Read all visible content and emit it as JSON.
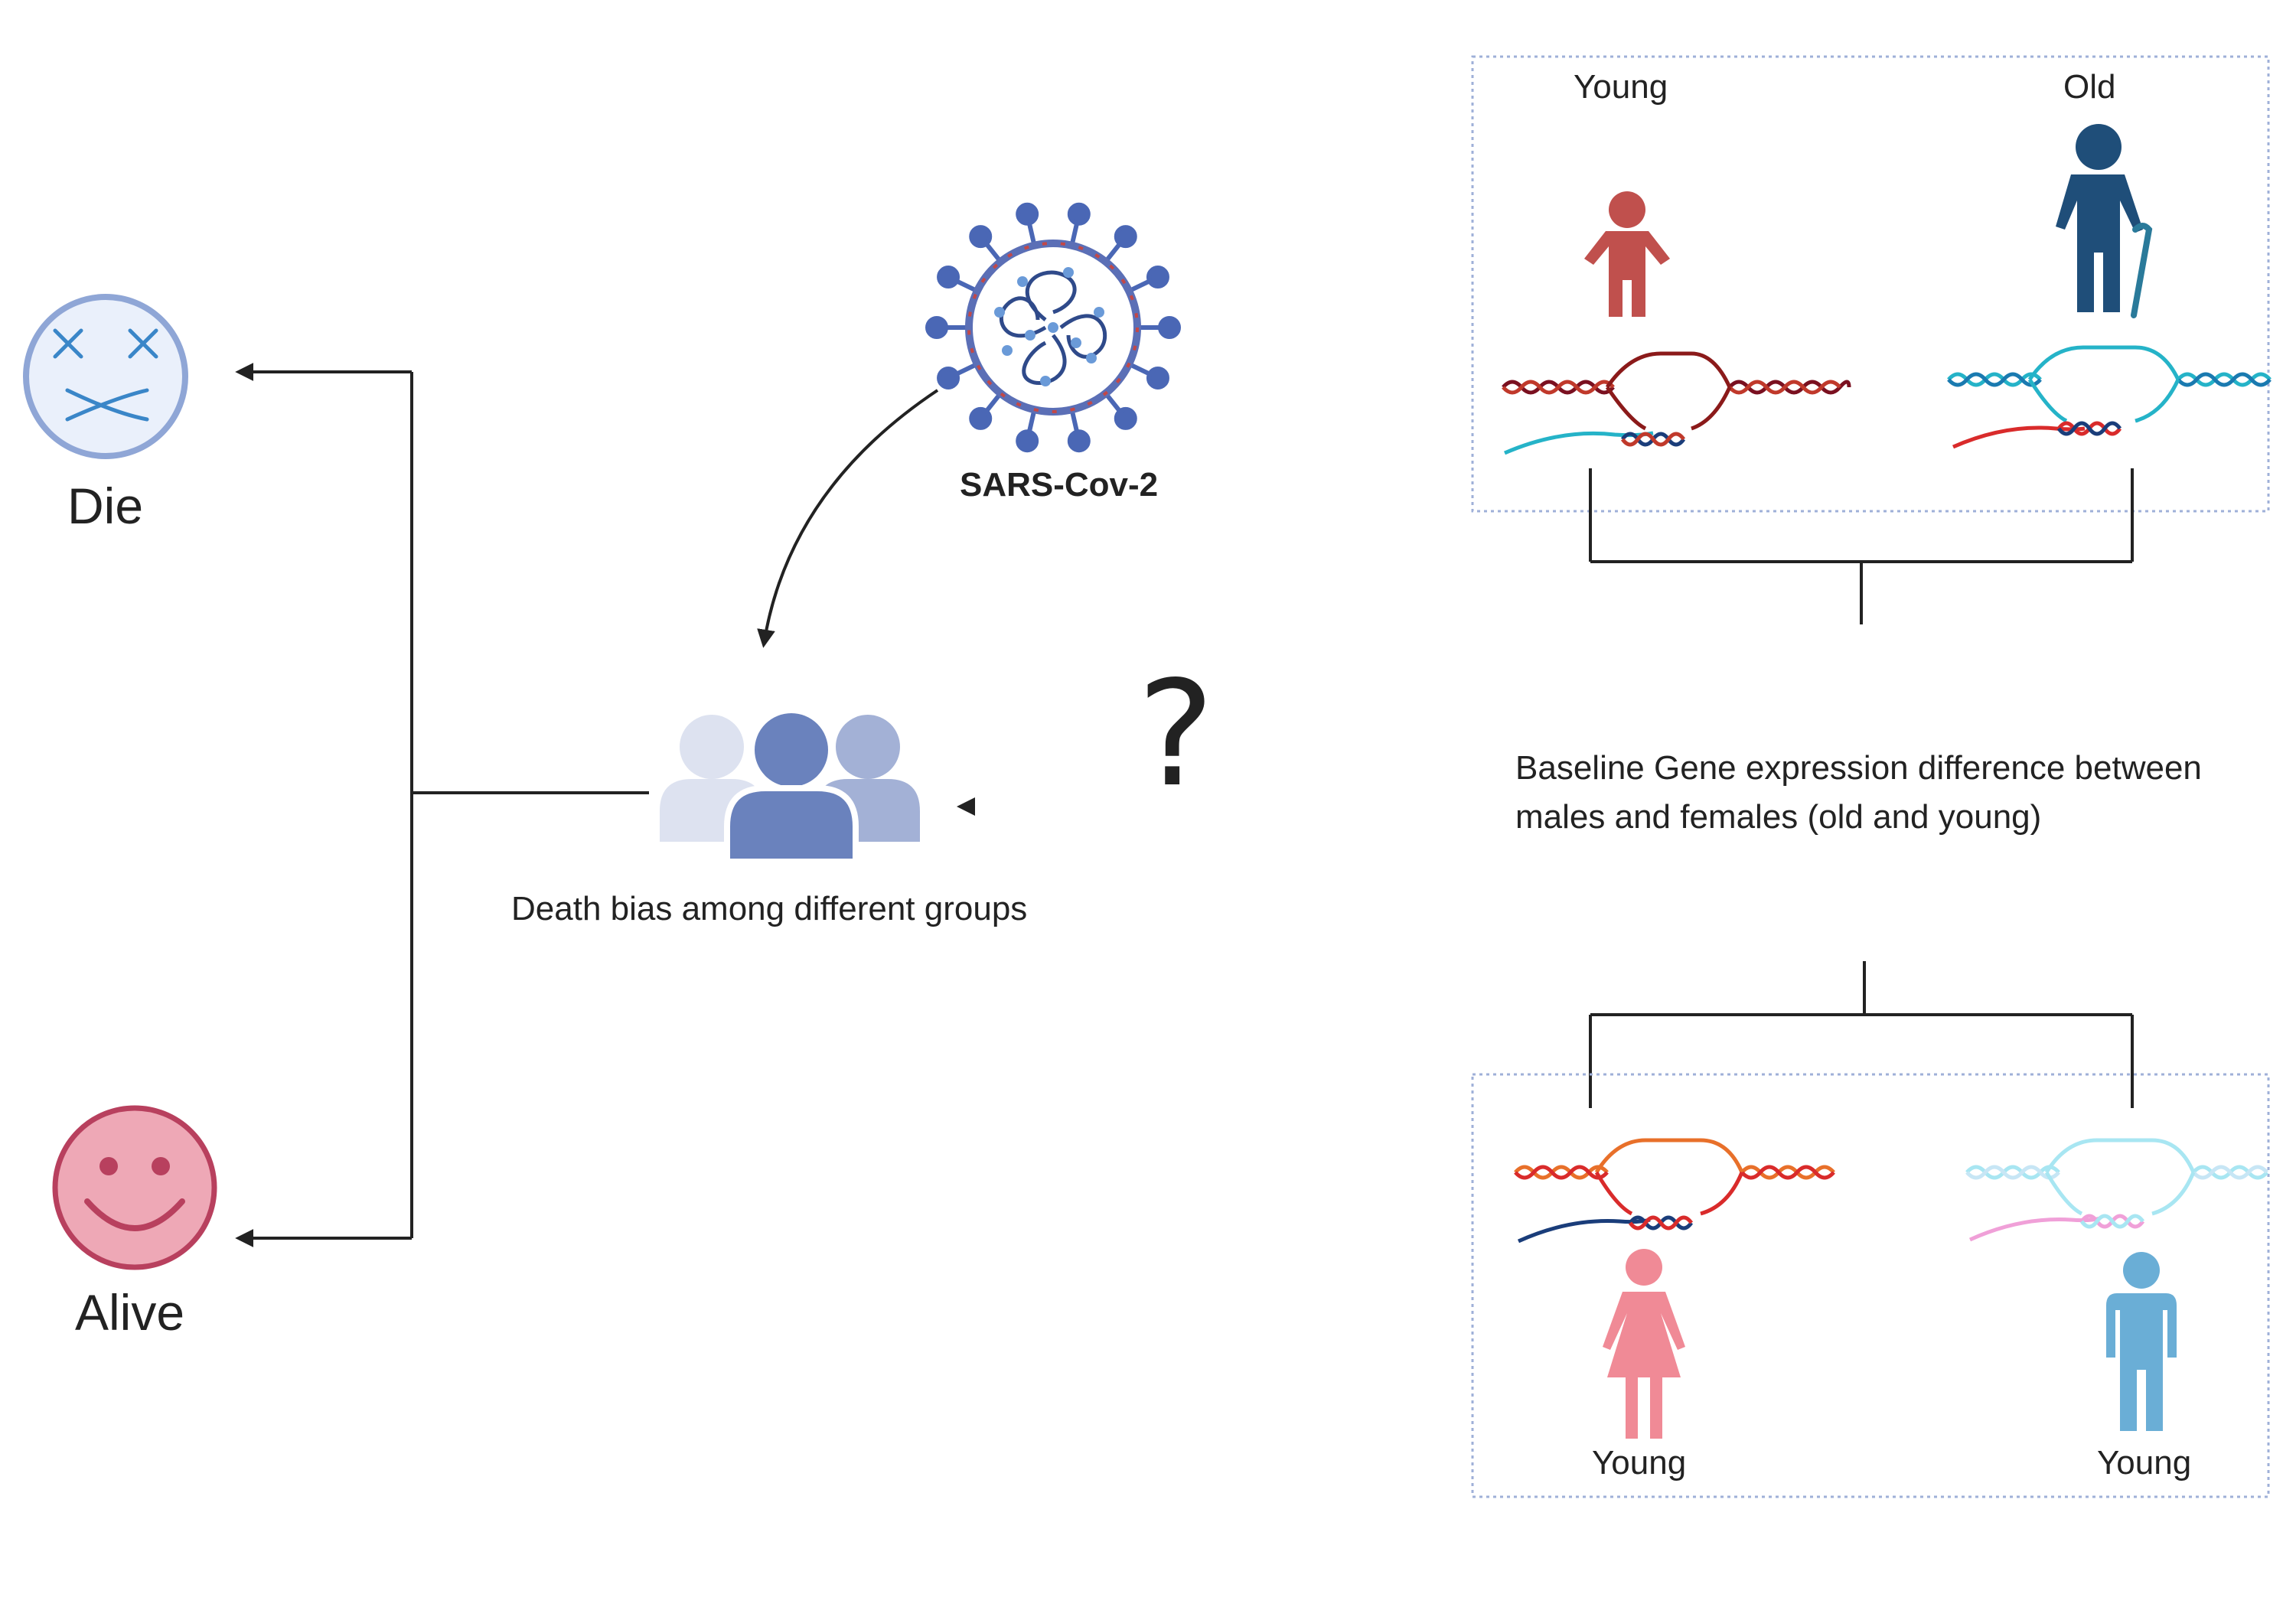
{
  "outcomes": {
    "die_label": "Die",
    "alive_label": "Alive"
  },
  "virus": {
    "label": "SARS-Cov-2",
    "icon": "coronavirus-icon"
  },
  "groups": {
    "label": "Death bias among different groups",
    "icon": "people-group-icon"
  },
  "question_mark": "?",
  "baseline": {
    "line1": "Baseline Gene expression difference between",
    "line2": "males and females (old and young)"
  },
  "top_panel": {
    "left_label": "Young",
    "right_label": "Old"
  },
  "bottom_panel": {
    "left_label": "Young",
    "right_label": "Young"
  },
  "colors": {
    "die_face": "#8fa6d6",
    "alive_face": "#b8405e",
    "young_person_top": "#c0504d",
    "old_person": "#1f4e79",
    "female_person": "#f08a96",
    "male_person": "#6aaed6",
    "virus": "#4a67b5"
  }
}
